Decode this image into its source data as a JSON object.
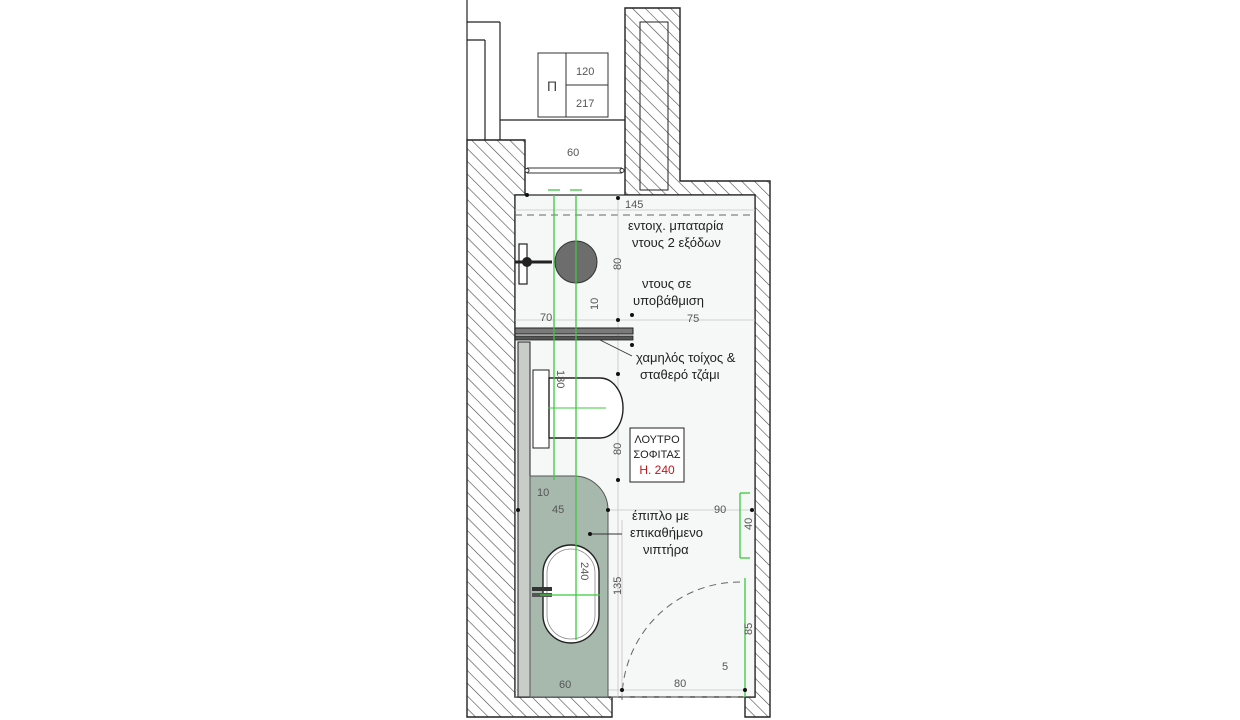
{
  "colors": {
    "wall_stroke": "#222222",
    "floor": "#f6f7f7",
    "vanity": "#a7b9ad",
    "guide_green": "#3cc93c",
    "label_red": "#c0171c"
  },
  "door_tag": {
    "symbol": "Π",
    "width": "120",
    "height": "217"
  },
  "dimensions": {
    "door_opening": "60",
    "top_width": "145",
    "shower_depth": "80",
    "wall_thickness": "10",
    "left_span": "70",
    "right_span": "75",
    "wc_zone": "130",
    "wc_depth": "80",
    "side_wall": "10",
    "vanity_width": "45",
    "right_clear": "90",
    "radiator": "40",
    "vanity_length": "240",
    "lower_zone": "135",
    "door_side": "85",
    "door_jamb": "5",
    "bottom_left": "60",
    "bottom_right": "80"
  },
  "notes": {
    "mixer_line1": "εντοιχ. μπαταρία",
    "mixer_line2": "ντους 2 εξόδων",
    "shower_line1": "ντους σε",
    "shower_line2": "υποβάθμιση",
    "wall_line1": "χαμηλός τοίχος &",
    "wall_line2": "σταθερό τζάμι",
    "vanity_line1": "έπιπλο με",
    "vanity_line2": "επικαθήμενο",
    "vanity_line3": "νιπτήρα"
  },
  "room_label": {
    "line1": "ΛΟΥΤΡΟ",
    "line2": "ΣΟΦΙΤΑΣ",
    "height": "Η. 240"
  }
}
